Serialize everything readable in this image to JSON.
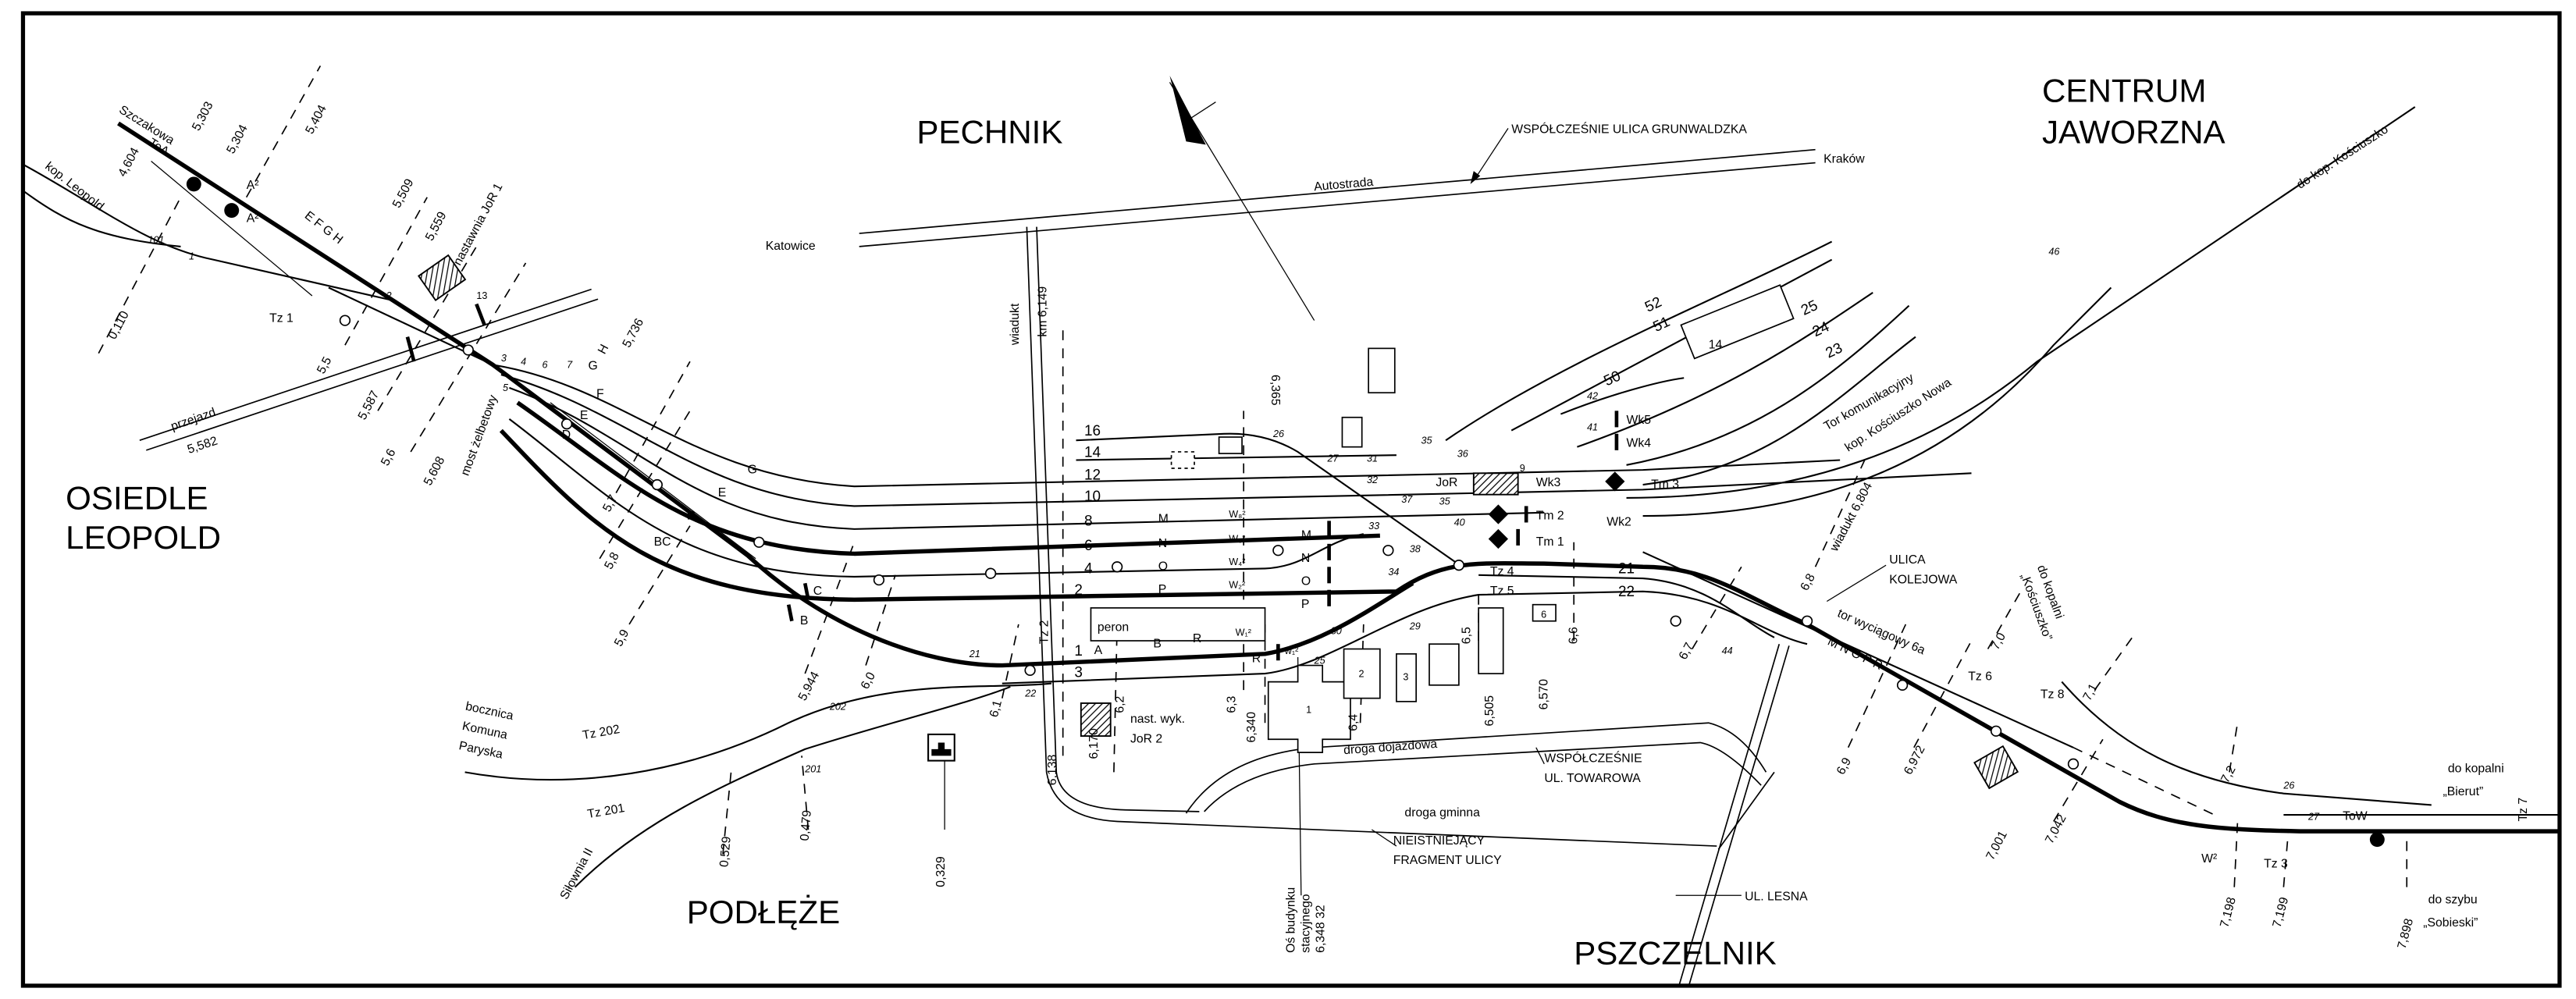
{
  "regions": {
    "pechnik": "PECHNIK",
    "centrum_1": "CENTRUM",
    "centrum_2": "JAWORZNA",
    "osiedle_1": "OSIEDLE",
    "osiedle_2": "LEOPOLD",
    "podleze": "PODŁĘŻE",
    "pszczelnik": "PSZCZELNIK"
  },
  "streets": {
    "grunwaldzka": "WSPÓŁCZEŚNIE ULICA GRUNWALDZKA",
    "autostrada": "Autostrada",
    "katowice": "Katowice",
    "krakow": "Kraków",
    "kolejowa_1": "ULICA",
    "kolejowa_2": "KOLEJOWA",
    "towarowa_1": "WSPÓŁCZEŚNIE",
    "towarowa_2": "UL. TOWAROWA",
    "dojazdowa": "droga dojazdowa",
    "gminna": "droga gminna",
    "nieistniejacy_1": "NIEISTNIEJĄCY",
    "nieistniejacy_2": "FRAGMENT ULICY",
    "lesna": "UL. LESNA",
    "przejazd": "przejazd",
    "wiadukt": "wiadukt",
    "most": "most żelbetowy"
  },
  "lines": {
    "szczakowa": "Szczakowa",
    "kop_leopold": "kop. Leopold",
    "tor_kom": "Tor komunikacyjny",
    "kop_nowa": "kop. Kościuszko Nowa",
    "do_kop_k": "do kop. Kościuszko",
    "kosc_1": "do kopalni",
    "kosc_2": "„Kościuszko”",
    "bierut_1": "do kopalni",
    "bierut_2": "„Bierut”",
    "sobieski_1": "do szybu",
    "sobieski_2": "„Sobieski”",
    "wyciagowy": "tor wyciągowy 6a",
    "bocznica_1": "bocznica",
    "bocznica_2": "Komuna",
    "bocznica_3": "Paryska",
    "silownia": "Siłownia II",
    "mnopr": "M N O P R",
    "efgh": "E F G H"
  },
  "buildings": {
    "jor1": "nastawnia JoR 1",
    "jor2_1": "nast. wyk.",
    "jor2_2": "JoR 2",
    "jor": "JoR",
    "peron": "peron",
    "os_1": "Oś budynku",
    "os_2": "stacyjnego",
    "os_3": "6,348 32",
    "b1": "1",
    "b2": "2",
    "b3": "3",
    "b6": "6",
    "b14": "14",
    "b13": "13",
    "b9": "9"
  },
  "tracks": {
    "t16": "16",
    "t14": "14",
    "t12": "12",
    "t10": "10",
    "t8": "8",
    "t6": "6",
    "t4": "4",
    "t2": "2",
    "t1": "1",
    "t3": "3",
    "t21": "21",
    "t22": "22",
    "t52": "52",
    "t51": "51",
    "t50": "50",
    "t25": "25",
    "t24": "24",
    "t23": "23"
  },
  "km": [
    "5,303",
    "5,304",
    "5,404",
    "4,604",
    "0,110",
    "5,509",
    "5,559",
    "5,5",
    "5,582",
    "5,587",
    "5,6",
    "5,608",
    "5,736",
    "5,7",
    "5,8",
    "5,9",
    "5,944",
    "6,0",
    "6,1",
    "6,138",
    "6,170",
    "6,2",
    "6,3",
    "6,340",
    "6,4",
    "6,365",
    "km 6,149",
    "6,5",
    "6,505",
    "6,570",
    "6,6",
    "6,7",
    "6,8",
    "wiadukt 6,804",
    "6,9",
    "6,972",
    "7,0",
    "7,001",
    "7,042",
    "7,1",
    "7,2",
    "7,198",
    "7,199",
    "7,898",
    "0,529",
    "0,479",
    "0,329"
  ],
  "switches": [
    "101",
    "1",
    "2",
    "3",
    "4",
    "6",
    "7",
    "5",
    "26",
    "27",
    "31",
    "35",
    "32",
    "37",
    "35",
    "40",
    "33",
    "38",
    "34",
    "30",
    "29",
    "25",
    "36",
    "41",
    "42",
    "46",
    "44",
    "21",
    "22",
    "201",
    "202",
    "26",
    "27"
  ],
  "signals": {
    "toa": "ToA",
    "a2a": "A²",
    "a2b": "A²",
    "tz1": "Tz 1",
    "tz2": "Tz 2",
    "tz3": "Tz 3",
    "tz4": "Tz 4",
    "tz5": "Tz 5",
    "tz6": "Tz 6",
    "tz7": "Tz 7",
    "tz8": "Tz 8",
    "tz201": "Tz 201",
    "tz202": "Tz 202",
    "tm1": "Tm 1",
    "tm2": "Tm 2",
    "tm3": "Tm 3",
    "wk2": "Wk2",
    "wk3": "Wk3",
    "wk4": "Wk4",
    "wk5": "Wk5",
    "tow": "ToW",
    "w2": "W²",
    "m": "M",
    "n": "N",
    "o": "O",
    "p": "P",
    "mb": "M",
    "nb": "N",
    "ob": "O",
    "pb": "P",
    "r": "R",
    "rb": "R",
    "a": "A",
    "b": "B",
    "w8": "W₈²",
    "w6": "W₆²",
    "w4": "W₄²",
    "w2t": "W₂²",
    "w1": "W₁²",
    "w1b": "w₁²",
    "g": "G",
    "h": "H",
    "f": "F",
    "e": "E",
    "d": "D",
    "c": "C",
    "bb": "B",
    "gb": "G",
    "eb": "E",
    "db": "D",
    "bc": "BC"
  }
}
